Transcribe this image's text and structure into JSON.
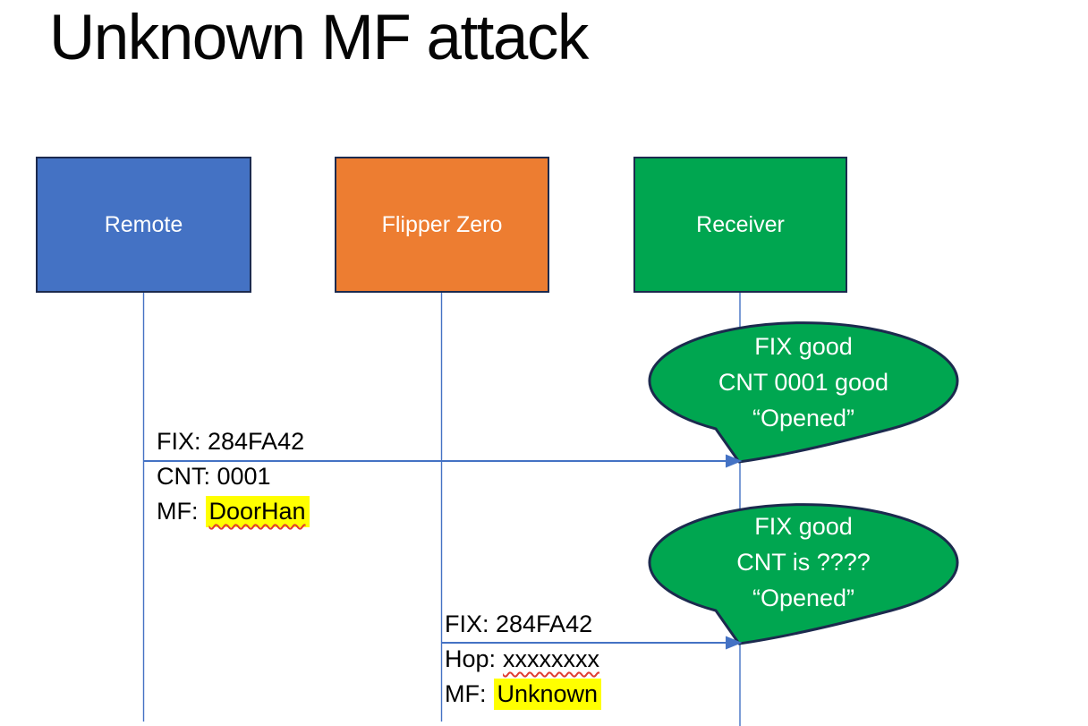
{
  "title": "Unknown MF attack",
  "actors": [
    {
      "label": "Remote",
      "fill": "#4472C4"
    },
    {
      "label": "Flipper Zero",
      "fill": "#ED7D31"
    },
    {
      "label": "Receiver",
      "fill": "#00A650"
    }
  ],
  "messages": [
    {
      "from": "Remote",
      "to": "Receiver",
      "line1": "FIX: 284FA42",
      "line2": "CNT: 0001",
      "line3_prefix": "MF:",
      "line3_value": "DoorHan"
    },
    {
      "from": "Flipper Zero",
      "to": "Receiver",
      "line1": "FIX: 284FA42",
      "line2_prefix": "Hop:",
      "line2_value": "xxxxxxxx",
      "line3_prefix": "MF:",
      "line3_value": "Unknown"
    }
  ],
  "callouts": [
    {
      "line1": "FIX good",
      "line2": "CNT 0001 good",
      "line3": "“Opened”"
    },
    {
      "line1": "FIX good",
      "line2": "CNT is ????",
      "line3": "“Opened”"
    }
  ],
  "colors": {
    "remote_fill": "#4472C4",
    "flipper_fill": "#ED7D31",
    "receiver_fill": "#00A650",
    "bubble_fill": "#00A650",
    "shape_border": "#1C2A4E",
    "connector_blue": "#4472C4",
    "highlight_yellow": "#FFFF00",
    "spellcheck_red": "#E03C31",
    "text_on_fill": "#FFFFFF",
    "text": "#000000"
  }
}
